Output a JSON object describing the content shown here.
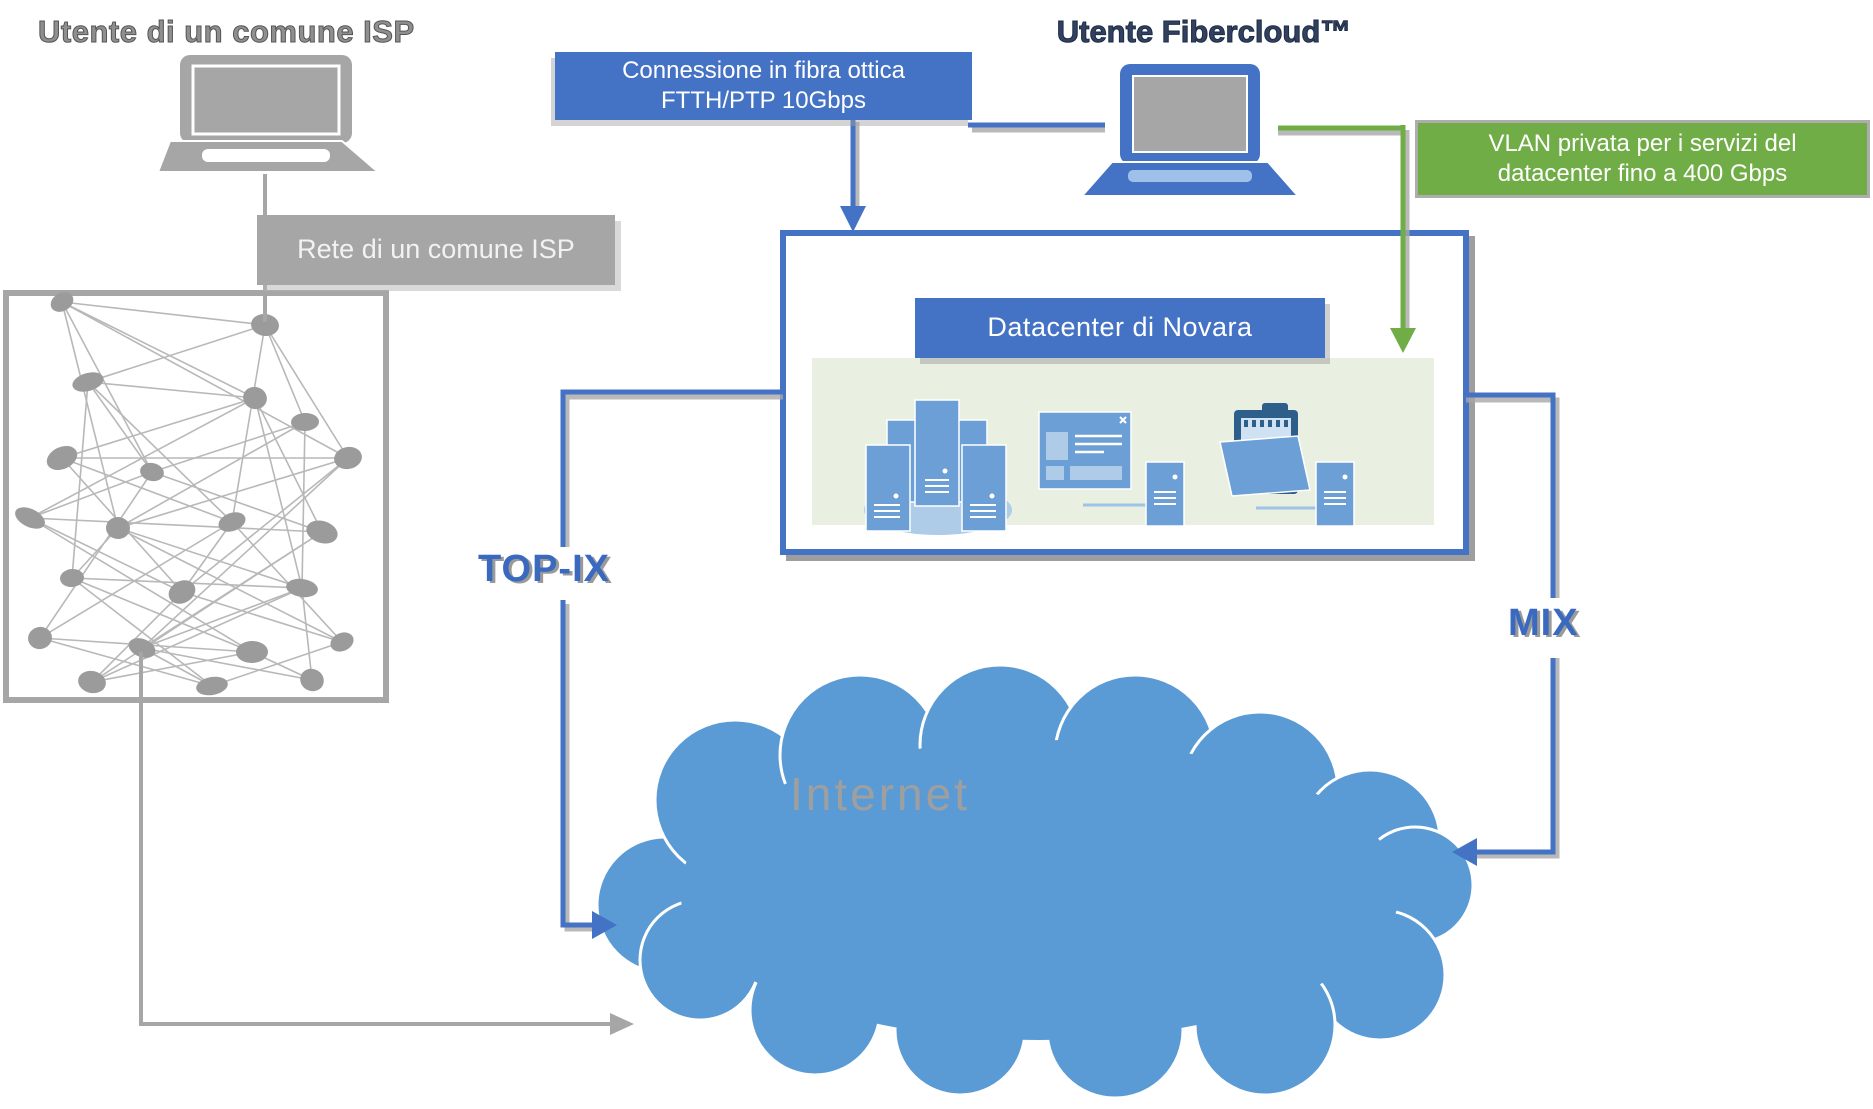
{
  "titles": {
    "isp_user": "Utente di un comune ISP",
    "fibercloud_user": "Utente Fibercloud™"
  },
  "labels": {
    "fiber_connection_line1": "Connessione in fibra ottica",
    "fiber_connection_line2": "FTTH/PTP 10Gbps",
    "vlan_line1": "VLAN privata per i servizi del",
    "vlan_line2": "datacenter fino a 400 Gbps",
    "isp_network": "Rete di un comune ISP",
    "datacenter": "Datacenter di Novara",
    "top_ix": "TOP-IX",
    "mix": "MIX",
    "internet": "Internet"
  },
  "colors": {
    "blue": "#4472c4",
    "green": "#70ad47",
    "gray": "#a6a6a6",
    "cloud": "#5b9bd5",
    "panel": "#e9efe1",
    "icon_blue": "#6b9fd6",
    "icon_dark_blue": "#2e5f8a",
    "icon_light_blue": "#aecbe8",
    "navy_text": "#31415f",
    "ix_text": "#3a6abf"
  }
}
